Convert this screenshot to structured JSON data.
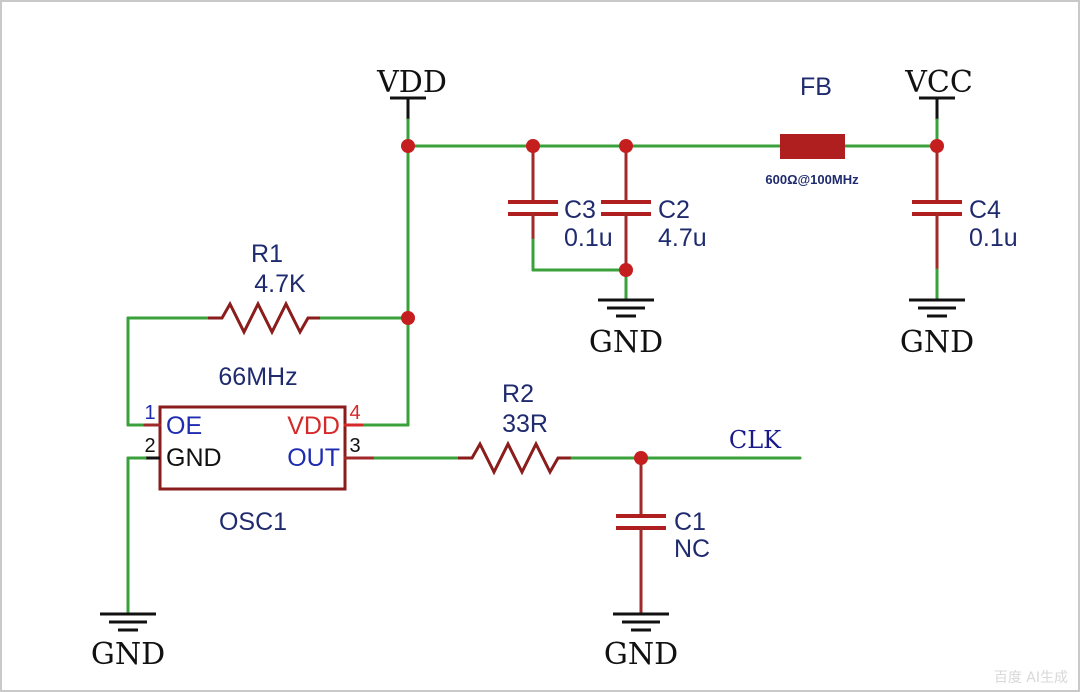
{
  "nets": {
    "vdd": "VDD",
    "vcc": "VCC",
    "gnd": "GND",
    "clk": "CLK"
  },
  "oscillator": {
    "ref": "OSC1",
    "value": "66MHz",
    "pins": [
      {
        "num": "1",
        "name": "OE"
      },
      {
        "num": "2",
        "name": "GND"
      },
      {
        "num": "4",
        "name": "VDD"
      },
      {
        "num": "3",
        "name": "OUT"
      }
    ]
  },
  "r1": {
    "ref": "R1",
    "value": "4.7K"
  },
  "r2": {
    "ref": "R2",
    "value": "33R"
  },
  "c1": {
    "ref": "C1",
    "value": "NC"
  },
  "c2": {
    "ref": "C2",
    "value": "4.7u"
  },
  "c3": {
    "ref": "C3",
    "value": "0.1u"
  },
  "c4": {
    "ref": "C4",
    "value": "0.1u"
  },
  "fb": {
    "ref": "FB",
    "value": "600Ω@100MHz"
  },
  "watermark": "百度 AI生成",
  "colors": {
    "wire": "#3aa13a",
    "component": "#a02a2a",
    "junction": "#c41e1e",
    "label": "#1f2b6e",
    "pin_blue": "#1f2bb0",
    "pin_red": "#d42a2a"
  }
}
